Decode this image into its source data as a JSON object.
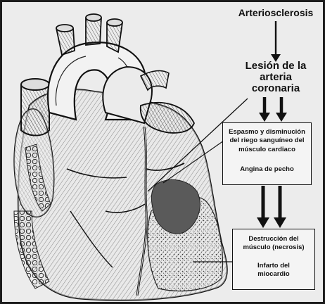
{
  "labels": {
    "arteriosclerosis": "Arteriosclerosis",
    "lesion": "Lesión de la arteria coronaria",
    "espasmo": "Espasmo y disminución del riego sanguíneo del músculo cardiaco",
    "angina": "Angina de pecho",
    "destruccion": "Destrucción del músculo (necrosis)",
    "infarto": "Infarto del miocardio"
  }
}
